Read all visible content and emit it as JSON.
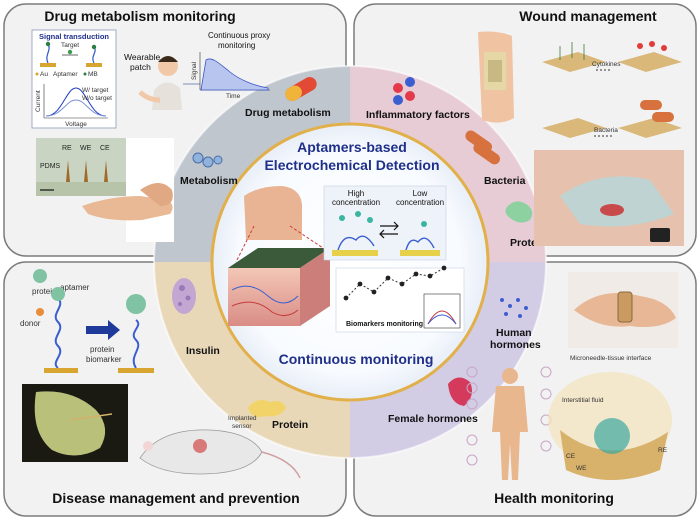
{
  "quadrants": {
    "top_left": "Drug metabolism monitoring",
    "top_right": "Wound management",
    "bottom_left": "Disease management and prevention",
    "bottom_right": "Health monitoring"
  },
  "center": {
    "title_line1": "Aptamers-based",
    "title_line2": "Electrochemical Detection",
    "bottom_label": "Continuous monitoring",
    "high_conc_line1": "High",
    "high_conc_line2": "concentration",
    "low_conc_line1": "Low",
    "low_conc_line2": "concentration",
    "chart_caption": "Biomarkers monitoring"
  },
  "ring_labels": {
    "drug_metabolism": "Drug metabolism",
    "metabolism": "Metabolism",
    "inflammatory": "Inflammatory factors",
    "bacteria": "Bacteria",
    "protein_right": "Protein",
    "human_hormones_line1": "Human",
    "human_hormones_line2": "hormones",
    "female_hormones": "Female hormones",
    "insulin": "Insulin",
    "protein_left": "Protein"
  },
  "drug_panel": {
    "signal_transduction": "Signal transduction",
    "target": "Target",
    "au": "Au",
    "aptamer": "Aptamer",
    "mb": "MB",
    "w_target": "W/ target",
    "wo_target": "W/o target",
    "current": "Current",
    "voltage": "Voltage",
    "wearable_line1": "Wearable",
    "wearable_line2": "patch",
    "continuous_line1": "Continuous proxy",
    "continuous_line2": "monitoring",
    "signal": "Signal",
    "time": "Time",
    "pdms": "PDMS",
    "re": "RE",
    "we": "WE",
    "ce": "CE"
  },
  "wound_panel": {
    "cytokines": "Cytokines",
    "bacteria": "Bacteria"
  },
  "disease_panel": {
    "protein": "protein",
    "aptamer": "aptamer",
    "donor": "donor",
    "protein_biomarker_line1": "protein",
    "protein_biomarker_line2": "biomarker",
    "implanted_line1": "Implanted",
    "implanted_line2": "sensor"
  },
  "health_panel": {
    "interface": "Microneedle-tissue interface",
    "interstitial": "Interstitial fluid",
    "re": "RE",
    "ce": "CE",
    "we": "WE"
  },
  "colors": {
    "panel_bg": "#f2f2f2",
    "ring_tl": "#bfc6ce",
    "ring_tr": "#e7ccd6",
    "ring_bl": "#e9d8b8",
    "ring_br": "#d3cce5",
    "center_outline": "#e2b04a",
    "center_text": "#1f2f8a"
  }
}
